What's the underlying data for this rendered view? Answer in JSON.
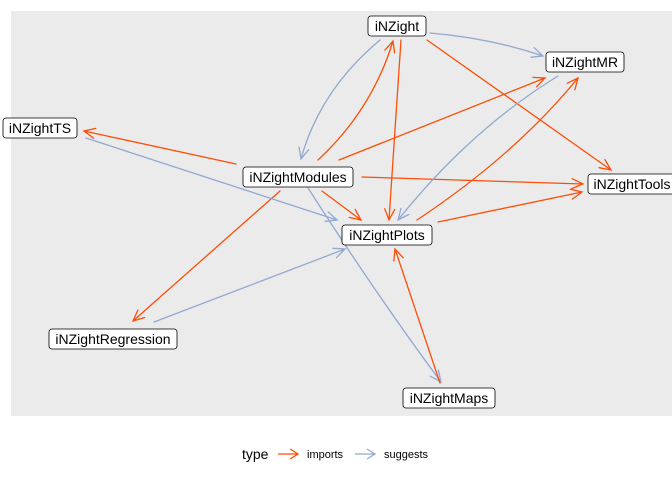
{
  "diagram": {
    "nodes": [
      {
        "id": "iNZight",
        "label": "iNZight"
      },
      {
        "id": "iNZightMR",
        "label": "iNZightMR"
      },
      {
        "id": "iNZightTS",
        "label": "iNZightTS"
      },
      {
        "id": "iNZightModules",
        "label": "iNZightModules"
      },
      {
        "id": "iNZightTools",
        "label": "iNZightTools"
      },
      {
        "id": "iNZightPlots",
        "label": "iNZightPlots"
      },
      {
        "id": "iNZightRegression",
        "label": "iNZightRegression"
      },
      {
        "id": "iNZightMaps",
        "label": "iNZightMaps"
      }
    ],
    "edges": [
      {
        "from": "iNZight",
        "to": "iNZightMR",
        "type": "suggests"
      },
      {
        "from": "iNZight",
        "to": "iNZightTools",
        "type": "imports"
      },
      {
        "from": "iNZight",
        "to": "iNZightModules",
        "type": "suggests"
      },
      {
        "from": "iNZight",
        "to": "iNZightPlots",
        "type": "imports"
      },
      {
        "from": "iNZightModules",
        "to": "iNZight",
        "type": "imports"
      },
      {
        "from": "iNZightModules",
        "to": "iNZightTS",
        "type": "imports"
      },
      {
        "from": "iNZightModules",
        "to": "iNZightMR",
        "type": "imports"
      },
      {
        "from": "iNZightModules",
        "to": "iNZightTools",
        "type": "imports"
      },
      {
        "from": "iNZightModules",
        "to": "iNZightPlots",
        "type": "imports"
      },
      {
        "from": "iNZightModules",
        "to": "iNZightRegression",
        "type": "imports"
      },
      {
        "from": "iNZightModules",
        "to": "iNZightMaps",
        "type": "suggests"
      },
      {
        "from": "iNZightTS",
        "to": "iNZightPlots",
        "type": "suggests"
      },
      {
        "from": "iNZightMR",
        "to": "iNZightPlots",
        "type": "suggests"
      },
      {
        "from": "iNZightPlots",
        "to": "iNZightMR",
        "type": "imports"
      },
      {
        "from": "iNZightPlots",
        "to": "iNZightTools",
        "type": "imports"
      },
      {
        "from": "iNZightRegression",
        "to": "iNZightPlots",
        "type": "suggests"
      },
      {
        "from": "iNZightMaps",
        "to": "iNZightPlots",
        "type": "imports"
      }
    ],
    "legend": {
      "title": "type",
      "items": [
        {
          "key": "imports",
          "label": "imports",
          "color": "#FC4E07"
        },
        {
          "key": "suggests",
          "label": "suggests",
          "color": "#92A8D1"
        }
      ]
    },
    "colors": {
      "panel_background": "#EBEBEB",
      "imports": "#FC4E07",
      "suggests": "#92A8D1"
    }
  }
}
